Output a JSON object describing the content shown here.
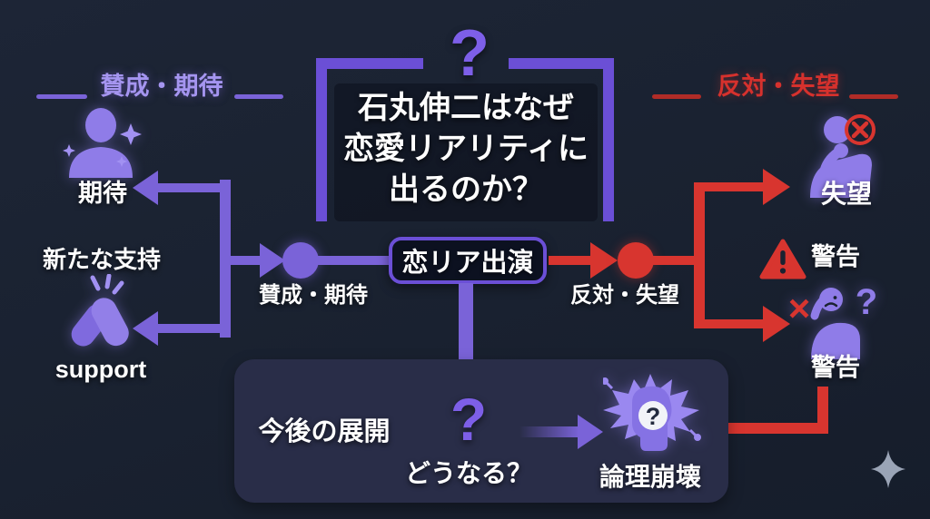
{
  "colors": {
    "background": "#1a2231",
    "purple": "#7a63d8",
    "purple_bright": "#7d5fe8",
    "purple_icon": "#8f7ce8",
    "purple_header_text": "#a595f0",
    "red": "#d8352f",
    "red_header_text": "#d6312d",
    "panel_background": "#292d48",
    "node_background": "#0c1120",
    "white": "#ffffff",
    "sparkle_gray": "#9aa4b6"
  },
  "question_frame": {
    "question_mark": "?",
    "title_lines": [
      "石丸伸二はなぜ",
      "恋愛リアリティに",
      "出るのか？"
    ]
  },
  "left_section": {
    "header": "賛成・期待",
    "expect": {
      "icon": "person-sparkle-icon",
      "label": "期待"
    },
    "new_support_text": "新たな支持",
    "support": {
      "icon": "clapping-hands-icon",
      "label": "support"
    },
    "branch_label": "賛成・期待"
  },
  "center": {
    "node_label": "恋リア出演"
  },
  "right_section": {
    "header": "反対・失望",
    "branch_label": "反対・失望",
    "disappointment": {
      "icon": "thinking-person-icon",
      "badge": "circle-x-badge",
      "label": "失望"
    },
    "warning_triangle": {
      "icon": "warning-triangle-icon",
      "label": "警告"
    },
    "confusion": {
      "icon": "confused-person-icon",
      "label": "警告",
      "cross_mark": "×",
      "question_mark": "?"
    }
  },
  "future_panel": {
    "title": "今後の展開",
    "question_mark": "?",
    "question_text": "どうなる？",
    "result": {
      "icon": "exploding-head-icon",
      "label": "論理崩壊",
      "head_question_mark": "?"
    }
  },
  "decorations": {
    "sparkle_icon": "four-point-sparkle"
  }
}
